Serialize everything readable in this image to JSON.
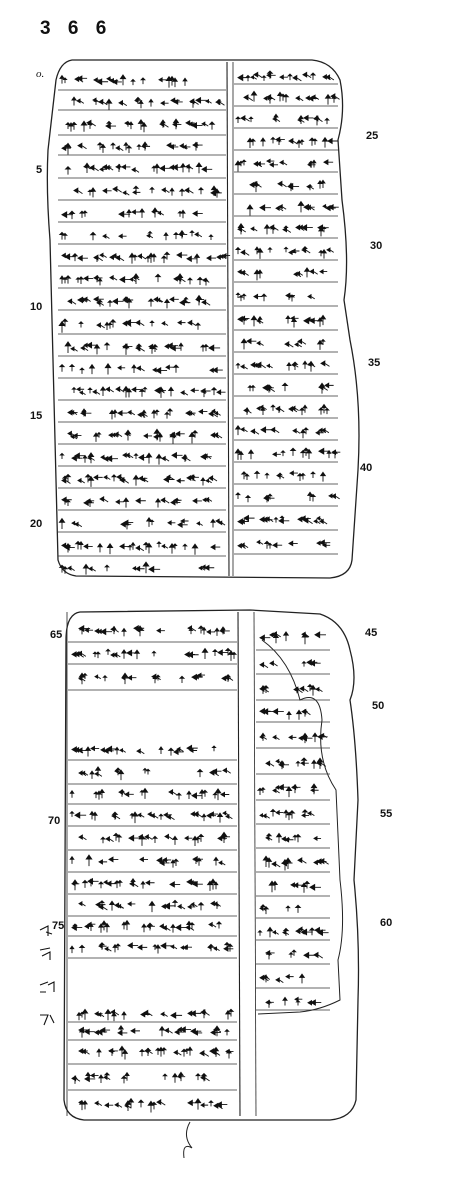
{
  "plate": {
    "number": "3 6 6"
  },
  "obverse_mark": "o.",
  "tablet_1": {
    "line_numbers_left": [
      "5",
      "10",
      "15",
      "20"
    ],
    "line_numbers_right": [
      "25",
      "30",
      "35",
      "40"
    ]
  },
  "tablet_2": {
    "line_numbers_left": [
      "65",
      "70",
      "75"
    ],
    "line_numbers_right": [
      "45",
      "50",
      "55",
      "60"
    ]
  }
}
